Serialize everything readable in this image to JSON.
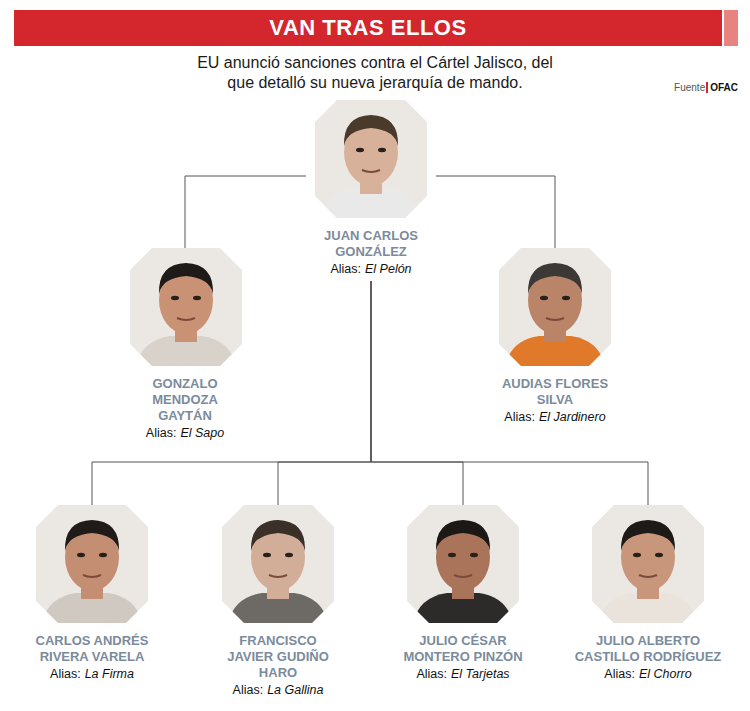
{
  "diagram": {
    "title": "VAN TRAS ELLOS",
    "caption": "EU anunció sanciones contra el Cártel Jalisco, del que detalló su nueva jerarquía de mando.",
    "nodes": [
      {
        "text": [
          "JUAN CARLOS GONZÁLEZ",
          "Alias:",
          "El Pelón"
        ]
      },
      {
        "text": [
          "GONZALO MENDOZA GAYTÁN",
          "Alias:",
          "El Sapo"
        ]
      },
      {
        "text": [
          "AUDIAS FLORES SILVA",
          "Alias:",
          "El Jardinero"
        ]
      },
      {
        "text": [
          "CARLOS ANDRÉS RIVERA VARELA",
          "Alias:",
          "La Firma"
        ]
      },
      {
        "text": [
          "FRANCISCO JAVIER GUDIÑO HARO",
          "Alias:",
          "La Gallina"
        ]
      },
      {
        "text": [
          "JULIO CÉSAR MONTERO PINZÓN",
          "Alias:",
          "El Tarjetas"
        ]
      },
      {
        "text": [
          "JULIO ALBERTO CASTILLO RODRÍGUEZ",
          "Alias:",
          "El Chorro"
        ]
      }
    ],
    "edges": [
      {
        "from": 0,
        "to": 1,
        "arrow": "none"
      },
      {
        "from": 0,
        "to": 2,
        "arrow": "none"
      },
      {
        "from": 0,
        "to": 3,
        "arrow": "none"
      },
      {
        "from": 0,
        "to": 4,
        "arrow": "none"
      },
      {
        "from": 0,
        "to": 5,
        "arrow": "none"
      },
      {
        "from": 0,
        "to": 6,
        "arrow": "none"
      }
    ],
    "labels": [
      "Fuente",
      "OFAC"
    ]
  }
}
